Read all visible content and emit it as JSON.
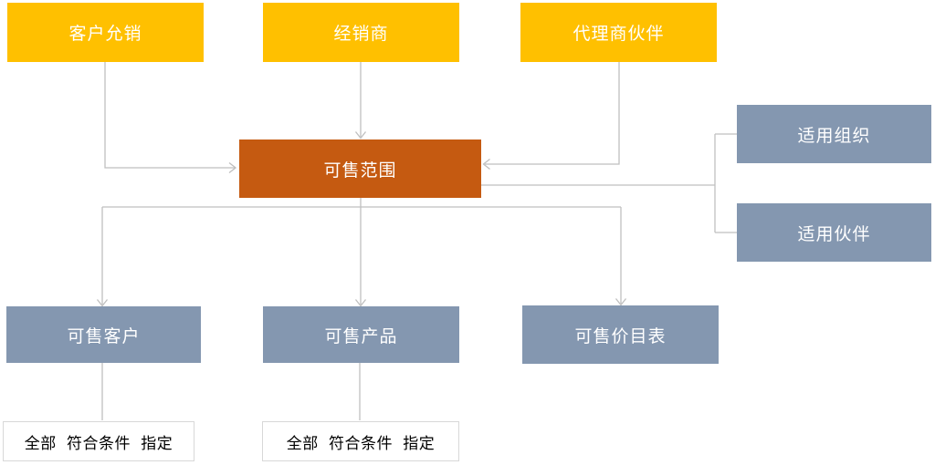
{
  "colors": {
    "gold": "#FFC000",
    "dark_orange": "#C55A11",
    "blue_gray": "#8497B0",
    "connector_line": "#BFBFBF",
    "annotation_border": "#D8D8D8",
    "box_text": "#FFFFFF",
    "annotation_text": "#000000"
  },
  "nodes": {
    "customer_allocation": {
      "label": "客户允销"
    },
    "distributor": {
      "label": "经销商"
    },
    "agent_partner": {
      "label": "代理商伙伴"
    },
    "sellable_scope": {
      "label": "可售范围"
    },
    "applicable_org": {
      "label": "适用组织"
    },
    "applicable_partner": {
      "label": "适用伙伴"
    },
    "sellable_customer": {
      "label": "可售客户"
    },
    "sellable_product": {
      "label": "可售产品"
    },
    "sellable_pricelist": {
      "label": "可售价目表"
    },
    "customer_mode_options": {
      "label": "全部 符合条件 指定"
    },
    "product_mode_options": {
      "label": "全部 符合条件 指定"
    }
  }
}
